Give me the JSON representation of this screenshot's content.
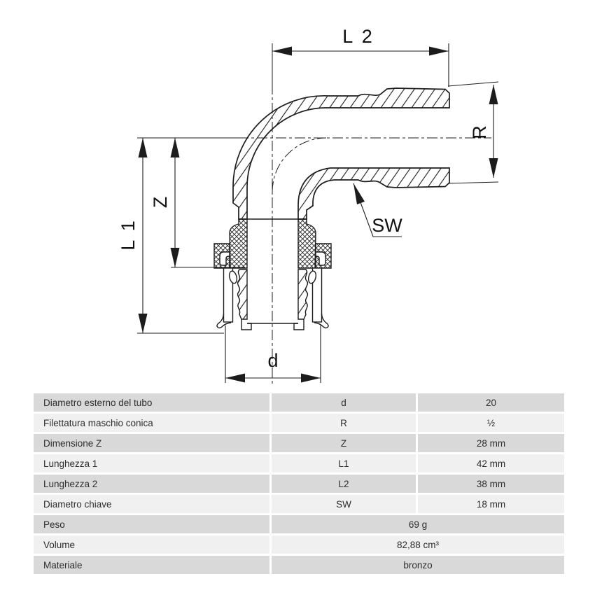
{
  "diagram": {
    "description": "technical-section-drawing-90-degree-elbow-press-fitting-with-male-thread",
    "labels": {
      "l2": "L 2",
      "r": "R",
      "z": "Z",
      "l1": "L 1",
      "sw": "SW",
      "d": "d"
    },
    "colors": {
      "ink": "#1c1c1c"
    }
  },
  "table": {
    "rows": [
      {
        "label": "Diametro esterno del tubo",
        "symbol": "d",
        "value": "20"
      },
      {
        "label": "Filettatura maschio conica",
        "symbol": "R",
        "value": "½"
      },
      {
        "label": "Dimensione Z",
        "symbol": "Z",
        "value": "28 mm"
      },
      {
        "label": "Lunghezza 1",
        "symbol": "L1",
        "value": "42 mm"
      },
      {
        "label": "Lunghezza 2",
        "symbol": "L2",
        "value": "38 mm"
      },
      {
        "label": "Diametro chiave",
        "symbol": "SW",
        "value": "18 mm"
      },
      {
        "label": "Peso",
        "value": "69 g"
      },
      {
        "label": "Volume",
        "value": "82,88 cm³"
      },
      {
        "label": "Materiale",
        "value": "bronzo"
      }
    ],
    "colors": {
      "row_dark": "#d9d9d9",
      "row_light": "#f0f0f0",
      "text": "#2d2d2d"
    }
  }
}
